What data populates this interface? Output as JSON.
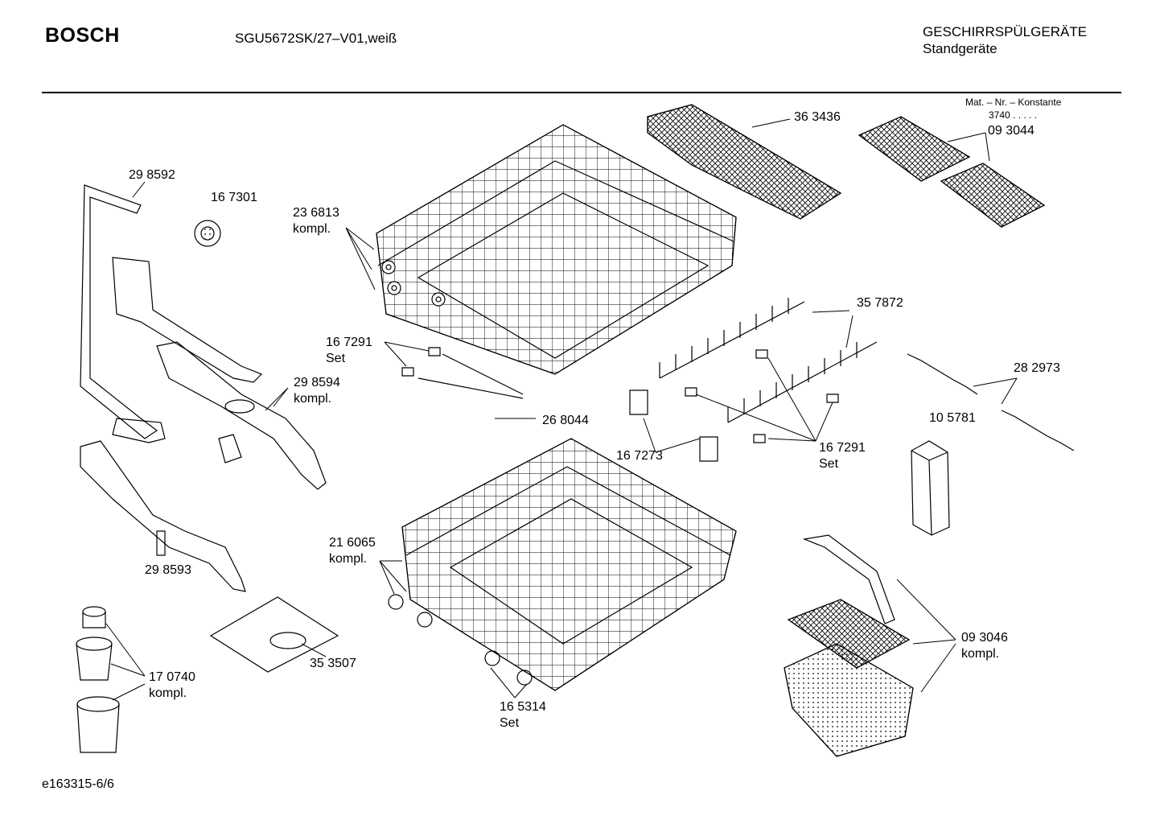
{
  "header": {
    "brand": "BOSCH",
    "model": "SGU5672SK/27–V01,weiß",
    "category_line1": "GESCHIRRSPÜLGERÄTE",
    "category_line2": "Standgeräte"
  },
  "mat_nr": {
    "label": "Mat. – Nr. – Konstante",
    "value": "3740  .  .  .  .  ."
  },
  "parts": [
    {
      "id": "p298592",
      "number": "29 8592",
      "note": ""
    },
    {
      "id": "p167301",
      "number": "16 7301",
      "note": ""
    },
    {
      "id": "p236813",
      "number": "23 6813",
      "note": "kompl."
    },
    {
      "id": "p363436",
      "number": "36 3436",
      "note": ""
    },
    {
      "id": "p093044",
      "number": "09 3044",
      "note": ""
    },
    {
      "id": "p167291a",
      "number": "16 7291",
      "note": "Set"
    },
    {
      "id": "p357872",
      "number": "35 7872",
      "note": ""
    },
    {
      "id": "p298594",
      "number": "29 8594",
      "note": "kompl."
    },
    {
      "id": "p282973",
      "number": "28 2973",
      "note": ""
    },
    {
      "id": "p268044",
      "number": "26 8044",
      "note": ""
    },
    {
      "id": "p105781",
      "number": "10 5781",
      "note": ""
    },
    {
      "id": "p167273",
      "number": "16 7273",
      "note": ""
    },
    {
      "id": "p167291b",
      "number": "16 7291",
      "note": "Set"
    },
    {
      "id": "p216065",
      "number": "21 6065",
      "note": "kompl."
    },
    {
      "id": "p298593",
      "number": "29 8593",
      "note": ""
    },
    {
      "id": "p093046",
      "number": "09 3046",
      "note": "kompl."
    },
    {
      "id": "p353507",
      "number": "35 3507",
      "note": ""
    },
    {
      "id": "p170740",
      "number": "17 0740",
      "note": "kompl."
    },
    {
      "id": "p165314",
      "number": "16 5314",
      "note": "Set"
    }
  ],
  "footer": {
    "doc_id": "e163315-6/6"
  }
}
